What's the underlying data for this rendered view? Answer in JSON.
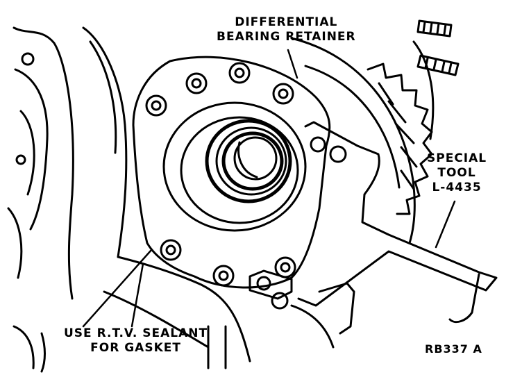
{
  "labels": {
    "differential_line1": "DIFFERENTIAL",
    "differential_line2": "BEARING RETAINER",
    "tool_line1": "SPECIAL",
    "tool_line2": "TOOL",
    "tool_line3": "L-4435",
    "rtv_line1": "USE R.T.V. SEALANT",
    "rtv_line2": "FOR GASKET",
    "figure_code": "RB337 A"
  }
}
